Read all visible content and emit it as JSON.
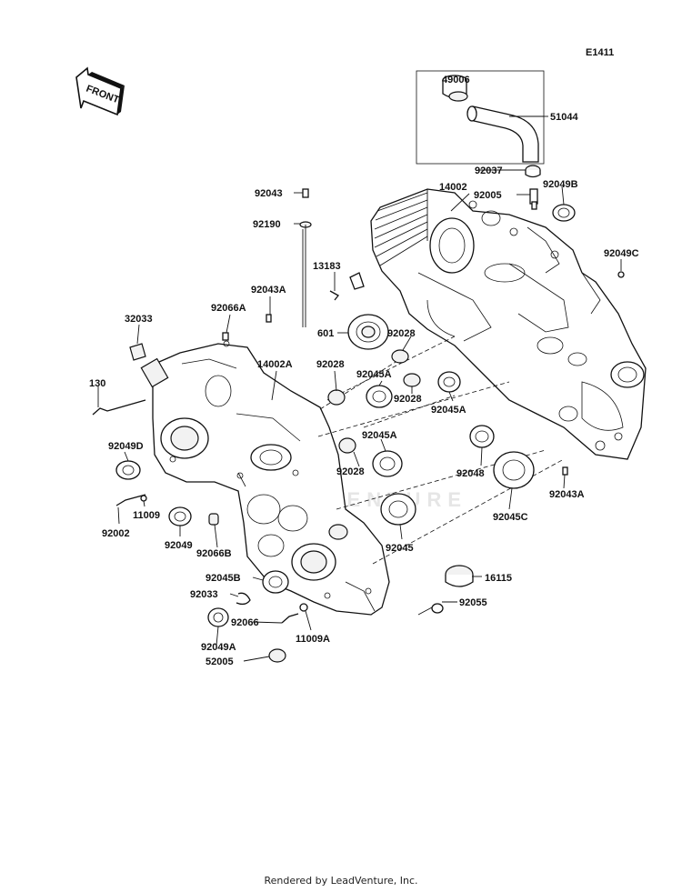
{
  "diagram_id": "E1411",
  "front_label": "FRONT",
  "watermark": "LEADVENTURE",
  "footer": "Rendered by LeadVenture, Inc.",
  "parts": {
    "p49006": "49006",
    "p51044": "51044",
    "p92037": "92037",
    "p14002": "14002",
    "p92005": "92005",
    "p92049B": "92049B",
    "p92043": "92043",
    "p92190": "92190",
    "p13183": "13183",
    "p92049C": "92049C",
    "p92043A": "92043A",
    "p92066A": "92066A",
    "p32033": "32033",
    "p601": "601",
    "p92028a": "92028",
    "p14002A": "14002A",
    "p92028b": "92028",
    "p92045Aa": "92045A",
    "p92028c": "92028",
    "p92045Ab": "92045A",
    "p130": "130",
    "p92045Ac": "92045A",
    "p92049D": "92049D",
    "p92028d": "92028",
    "p92048": "92048",
    "p92043A2": "92043A",
    "p11009": "11009",
    "p92002": "92002",
    "p92049": "92049",
    "p92066B": "92066B",
    "p92045": "92045",
    "p92045C": "92045C",
    "p92045B": "92045B",
    "p16115": "16115",
    "p92033": "92033",
    "p92055": "92055",
    "p92066": "92066",
    "p11009A": "11009A",
    "p92049A": "92049A",
    "p52005": "52005"
  }
}
